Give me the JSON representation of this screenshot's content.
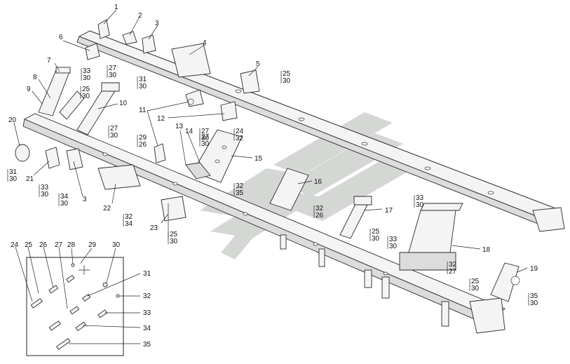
{
  "watermark_color": "#c8ccc8",
  "callouts": [
    {
      "id": "c1",
      "text": "1"
    },
    {
      "id": "c2",
      "text": "2"
    },
    {
      "id": "c3",
      "text": "3"
    },
    {
      "id": "c4",
      "text": "4"
    },
    {
      "id": "c5",
      "text": "5"
    },
    {
      "id": "c6",
      "text": "6"
    },
    {
      "id": "c7",
      "text": "7"
    },
    {
      "id": "c8",
      "text": "8"
    },
    {
      "id": "c9",
      "text": "9"
    },
    {
      "id": "c10",
      "text": "10"
    },
    {
      "id": "c11",
      "text": "11"
    },
    {
      "id": "c12",
      "text": "12"
    },
    {
      "id": "c13",
      "text": "13"
    },
    {
      "id": "c14",
      "text": "14"
    },
    {
      "id": "c15",
      "text": "15"
    },
    {
      "id": "c16",
      "text": "16"
    },
    {
      "id": "c17",
      "text": "17"
    },
    {
      "id": "c18",
      "text": "18"
    },
    {
      "id": "c19",
      "text": "19"
    },
    {
      "id": "c20",
      "text": "20"
    },
    {
      "id": "c21",
      "text": "21"
    },
    {
      "id": "c22",
      "text": "22"
    },
    {
      "id": "c23",
      "text": "23"
    },
    {
      "id": "c3b",
      "text": "3"
    }
  ],
  "fastener_pairs": [
    {
      "id": "p1",
      "top": "33",
      "bottom": "30"
    },
    {
      "id": "p2",
      "top": "27",
      "bottom": "30"
    },
    {
      "id": "p3",
      "top": "31",
      "bottom": "30"
    },
    {
      "id": "p4",
      "top": "25",
      "bottom": "30"
    },
    {
      "id": "p5",
      "top": "25",
      "bottom": "30"
    },
    {
      "id": "p6",
      "top": "27",
      "bottom": "30"
    },
    {
      "id": "p7",
      "top": "27",
      "bottom": "30"
    },
    {
      "id": "p8",
      "top": "29",
      "bottom": "26"
    },
    {
      "id": "p9",
      "top": "27",
      "bottom": "30"
    },
    {
      "id": "p10",
      "top": "24",
      "bottom": "32"
    },
    {
      "id": "p11",
      "top": "31",
      "bottom": "30"
    },
    {
      "id": "p12",
      "top": "33",
      "bottom": "30"
    },
    {
      "id": "p13",
      "top": "34",
      "bottom": "30"
    },
    {
      "id": "p14",
      "top": "32",
      "bottom": "35"
    },
    {
      "id": "p15",
      "top": "32",
      "bottom": "26"
    },
    {
      "id": "p16",
      "top": "32",
      "bottom": "34"
    },
    {
      "id": "p17",
      "top": "25",
      "bottom": "30"
    },
    {
      "id": "p18",
      "top": "25",
      "bottom": "30"
    },
    {
      "id": "p19",
      "top": "33",
      "bottom": "30"
    },
    {
      "id": "p20",
      "top": "33",
      "bottom": "30"
    },
    {
      "id": "p21",
      "top": "32",
      "bottom": "27"
    },
    {
      "id": "p22",
      "top": "25",
      "bottom": "30"
    },
    {
      "id": "p23",
      "top": "35",
      "bottom": "30"
    }
  ],
  "legend": {
    "top_labels": [
      "24",
      "25",
      "26",
      "27",
      "28",
      "29",
      "30"
    ],
    "side_labels": [
      "31",
      "32",
      "33",
      "34",
      "35"
    ]
  }
}
